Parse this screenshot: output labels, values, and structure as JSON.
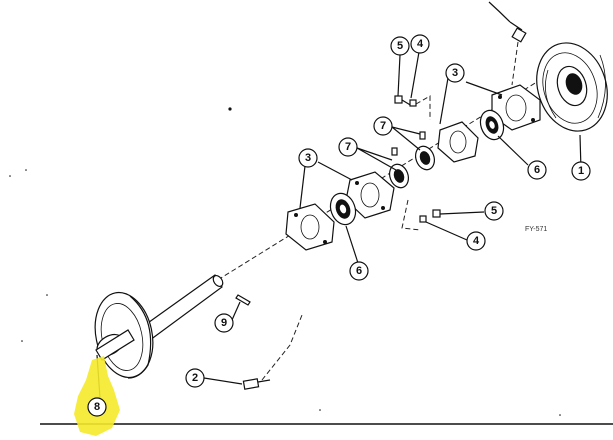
{
  "figure_code": "FY-571",
  "callouts": [
    {
      "id": "c1",
      "label": "1"
    },
    {
      "id": "c2",
      "label": "2"
    },
    {
      "id": "c3a",
      "label": "3"
    },
    {
      "id": "c3b",
      "label": "3"
    },
    {
      "id": "c4a",
      "label": "4"
    },
    {
      "id": "c4b",
      "label": "4"
    },
    {
      "id": "c5a",
      "label": "5"
    },
    {
      "id": "c5b",
      "label": "5"
    },
    {
      "id": "c6a",
      "label": "6"
    },
    {
      "id": "c6b",
      "label": "6"
    },
    {
      "id": "c7a",
      "label": "7"
    },
    {
      "id": "c7b",
      "label": "7"
    },
    {
      "id": "c8",
      "label": "8"
    },
    {
      "id": "c9",
      "label": "9"
    }
  ],
  "colors": {
    "ink": "#111111",
    "paper": "#ffffff",
    "highlight": "#f5ea2a"
  },
  "highlighted_callout": "8"
}
